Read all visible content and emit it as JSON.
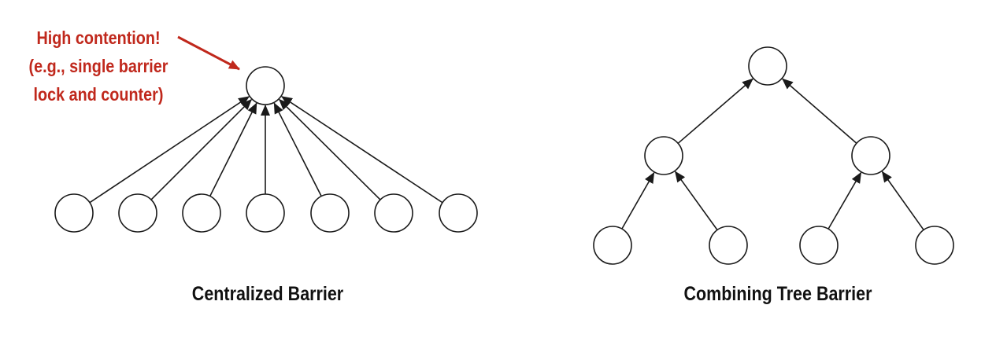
{
  "colors": {
    "annotation": "#c0281c",
    "stroke": "#1a1a1a",
    "node_fill": "#ffffff"
  },
  "annotation": {
    "lines": [
      "High contention!",
      "(e.g., single barrier",
      "lock and counter)"
    ]
  },
  "diagrams": [
    {
      "id": "centralized",
      "caption": "Centralized Barrier",
      "nodes": [
        "root",
        "p1",
        "p2",
        "p3",
        "p4",
        "p5",
        "p6",
        "p7"
      ],
      "edges": [
        [
          "p1",
          "root"
        ],
        [
          "p2",
          "root"
        ],
        [
          "p3",
          "root"
        ],
        [
          "p4",
          "root"
        ],
        [
          "p5",
          "root"
        ],
        [
          "p6",
          "root"
        ],
        [
          "p7",
          "root"
        ]
      ]
    },
    {
      "id": "tree",
      "caption": "Combining Tree Barrier",
      "nodes": [
        "root",
        "mid-left",
        "mid-right",
        "leaf-1",
        "leaf-2",
        "leaf-3",
        "leaf-4"
      ],
      "edges": [
        [
          "mid-left",
          "root"
        ],
        [
          "mid-right",
          "root"
        ],
        [
          "leaf-1",
          "mid-left"
        ],
        [
          "leaf-2",
          "mid-left"
        ],
        [
          "leaf-3",
          "mid-right"
        ],
        [
          "leaf-4",
          "mid-right"
        ]
      ]
    }
  ]
}
